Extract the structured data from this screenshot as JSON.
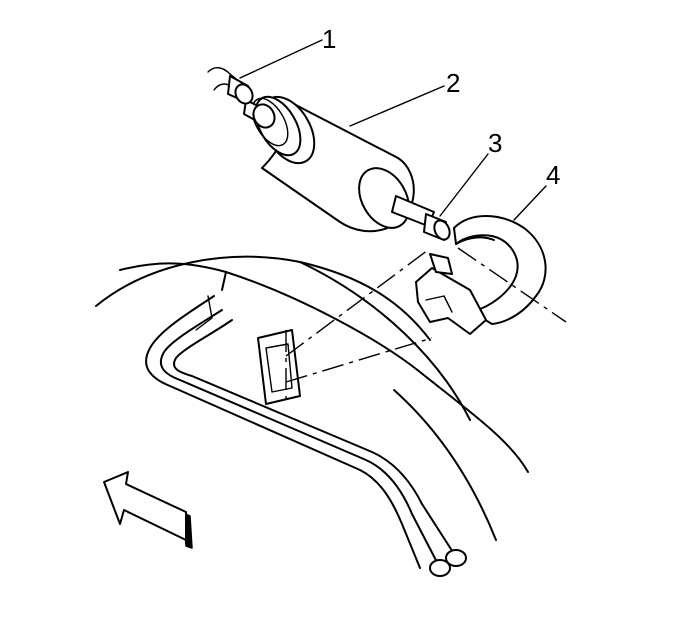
{
  "callouts": [
    {
      "id": "1",
      "label": "1"
    },
    {
      "id": "2",
      "label": "2"
    },
    {
      "id": "3",
      "label": "3"
    },
    {
      "id": "4",
      "label": "4"
    }
  ],
  "colors": {
    "line": "#000000",
    "background": "#ffffff"
  },
  "icons": [
    "direction-arrow-icon"
  ]
}
